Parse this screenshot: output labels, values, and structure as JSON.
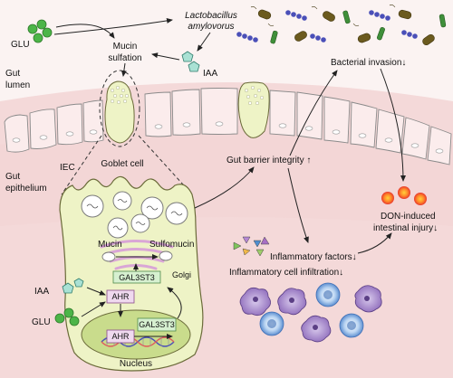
{
  "labels": {
    "glu_top": "GLU",
    "lactobacillus_line1": "Lactobacillus",
    "lactobacillus_line2": "amylovorus",
    "iaa_top": "IAA",
    "mucin_sulfation_line1": "Mucin",
    "mucin_sulfation_line2": "sulfation",
    "gut_lumen_line1": "Gut",
    "gut_lumen_line2": "lumen",
    "gut_epithelium_line1": "Gut",
    "gut_epithelium_line2": "epithelium",
    "iec": "IEC",
    "goblet_cell": "Goblet cell",
    "bacterial_invasion": "Bacterial invasion↓",
    "gut_barrier_integrity": "Gut barrier integrity ↑",
    "don_injury_line1": "DON-induced",
    "don_injury_line2": "intestinal injury↓",
    "inflammatory_factors": "Inflammatory factors↓",
    "inflammatory_cell_infiltration": "Inflammatory cell infiltration↓",
    "mucin": "Mucin",
    "sulfomucin": "Sulfomucin",
    "golgi": "Golgi",
    "gal3st3_golgi": "GAL3ST3",
    "iaa_cell": "IAA",
    "glu_cell": "GLU",
    "ahr_top": "AHR",
    "ahr_bottom": "AHR",
    "gal3st3_nucleus": "GAL3ST3",
    "nucleus": "Nucleus"
  },
  "colors": {
    "lumen_bg": "#fbf3f2",
    "epithelium_bg": "#f4d9d9",
    "goblet_fill": "#eef3c6",
    "goblet_stroke": "#6b6b3a",
    "nucleus_fill": "#c9dc8c",
    "glu_green": "#4cb548",
    "iaa_teal": "#a9e1d4",
    "gal3st3_box": "#d6f0d0",
    "ahr_box": "#efd9ef",
    "rbc_red": "#e8392c",
    "bacteria_brown": "#6b5a1e",
    "bacteria_blue": "#4a4fb8",
    "bacteria_green": "#3f8f3a"
  }
}
